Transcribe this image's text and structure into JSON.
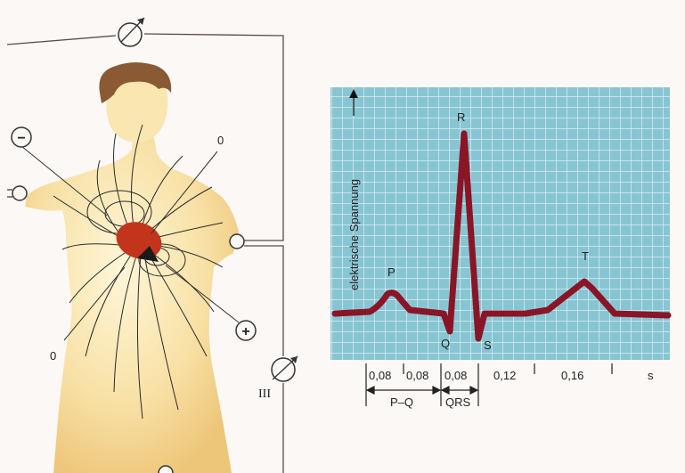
{
  "body_figure": {
    "electrode_minus": "−",
    "electrode_plus": "+",
    "zero_upper": "0",
    "zero_lower": "0",
    "lead_label": "III"
  },
  "ecg": {
    "y_axis_label": "elektrische Spannung",
    "waves": {
      "p": "P",
      "q": "Q",
      "r": "R",
      "s": "S",
      "t": "T"
    },
    "intervals": [
      "0,08",
      "0,08",
      "0,08",
      "0,12",
      "0,16"
    ],
    "unit": "s",
    "segment_labels": {
      "pq": "P–Q",
      "qrs": "QRS"
    }
  },
  "colors": {
    "grid_bg": "#88c5d3",
    "grid_line": "#e9f5f8",
    "trace": "#8a1526",
    "skin": "#f6dc9c",
    "hair": "#8a5a34",
    "heart": "#c2341b",
    "wire": "#5a4a4a"
  }
}
